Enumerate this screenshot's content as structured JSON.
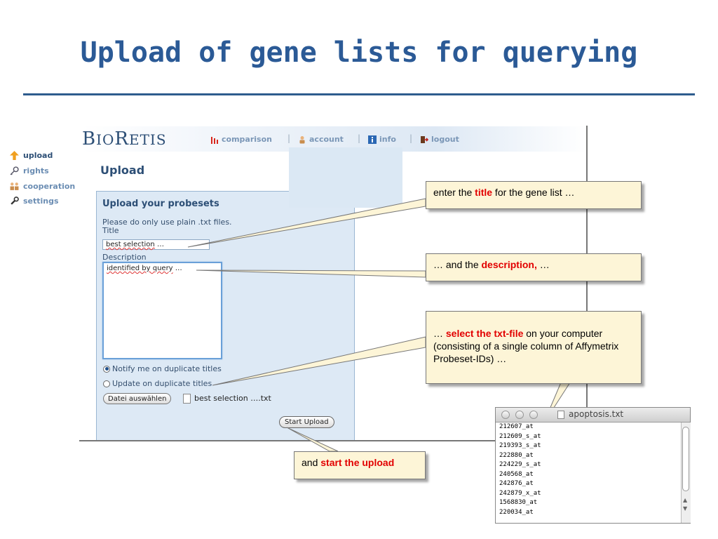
{
  "slide": {
    "title": "Upload of gene lists for querying"
  },
  "app": {
    "logo": {
      "b": "B",
      "io": "IO",
      "r": "R",
      "etis": "ETIS"
    },
    "nav": [
      {
        "label": "comparison",
        "icon": "bar-chart-icon"
      },
      {
        "label": "account",
        "icon": "user-icon"
      },
      {
        "label": "info",
        "icon": "info-icon"
      },
      {
        "label": "logout",
        "icon": "logout-door-icon"
      }
    ],
    "nav_separator": "|",
    "account_menu": [
      {
        "label": "upload",
        "icon": "upload-arrow-icon"
      },
      {
        "label": "rights",
        "icon": "key-icon"
      },
      {
        "label": "cooperation",
        "icon": "group-icon"
      },
      {
        "label": "settings",
        "icon": "wrench-icon"
      }
    ],
    "page_heading": "Upload"
  },
  "form": {
    "panel_title": "Upload your probesets",
    "hint": "Please do only use plain .txt files.",
    "title_label": "Title",
    "title_value": "best selection",
    "title_ellipsis": " …",
    "description_label": "Description",
    "description_value": "identified by query",
    "description_ellipsis": " …",
    "radio_notify": "Notify me on duplicate titles",
    "radio_update": "Update on duplicate titles",
    "radio_selected": "notify",
    "file_button": "Datei auswählen",
    "file_name": "best selection ….txt",
    "submit_button": "Start Upload"
  },
  "callouts": {
    "title": {
      "pre": "enter the ",
      "hl": "title",
      "post": " for the gene list …"
    },
    "description": {
      "pre": "… and the ",
      "hl": "description,",
      "post": " …"
    },
    "file": {
      "pre": "… ",
      "hl": "select the txt-file",
      "post": " on your computer (consisting of a single column of Affymetrix Probeset-IDs) …"
    },
    "upload": {
      "pre": "and ",
      "hl": "start the upload",
      "post": ""
    }
  },
  "textedit": {
    "filename": "apoptosis.txt",
    "lines": [
      "212607_at",
      "212609_s_at",
      "219393_s_at",
      "222880_at",
      "224229_s_at",
      "240568_at",
      "242876_at",
      "242879_x_at",
      "1568830_at",
      "220034_at"
    ]
  },
  "colors": {
    "title_blue": "#2b5a96",
    "highlight_red": "#e20000",
    "callout_bg": "#fdf5d7",
    "panel_bg": "#dde9f5"
  }
}
